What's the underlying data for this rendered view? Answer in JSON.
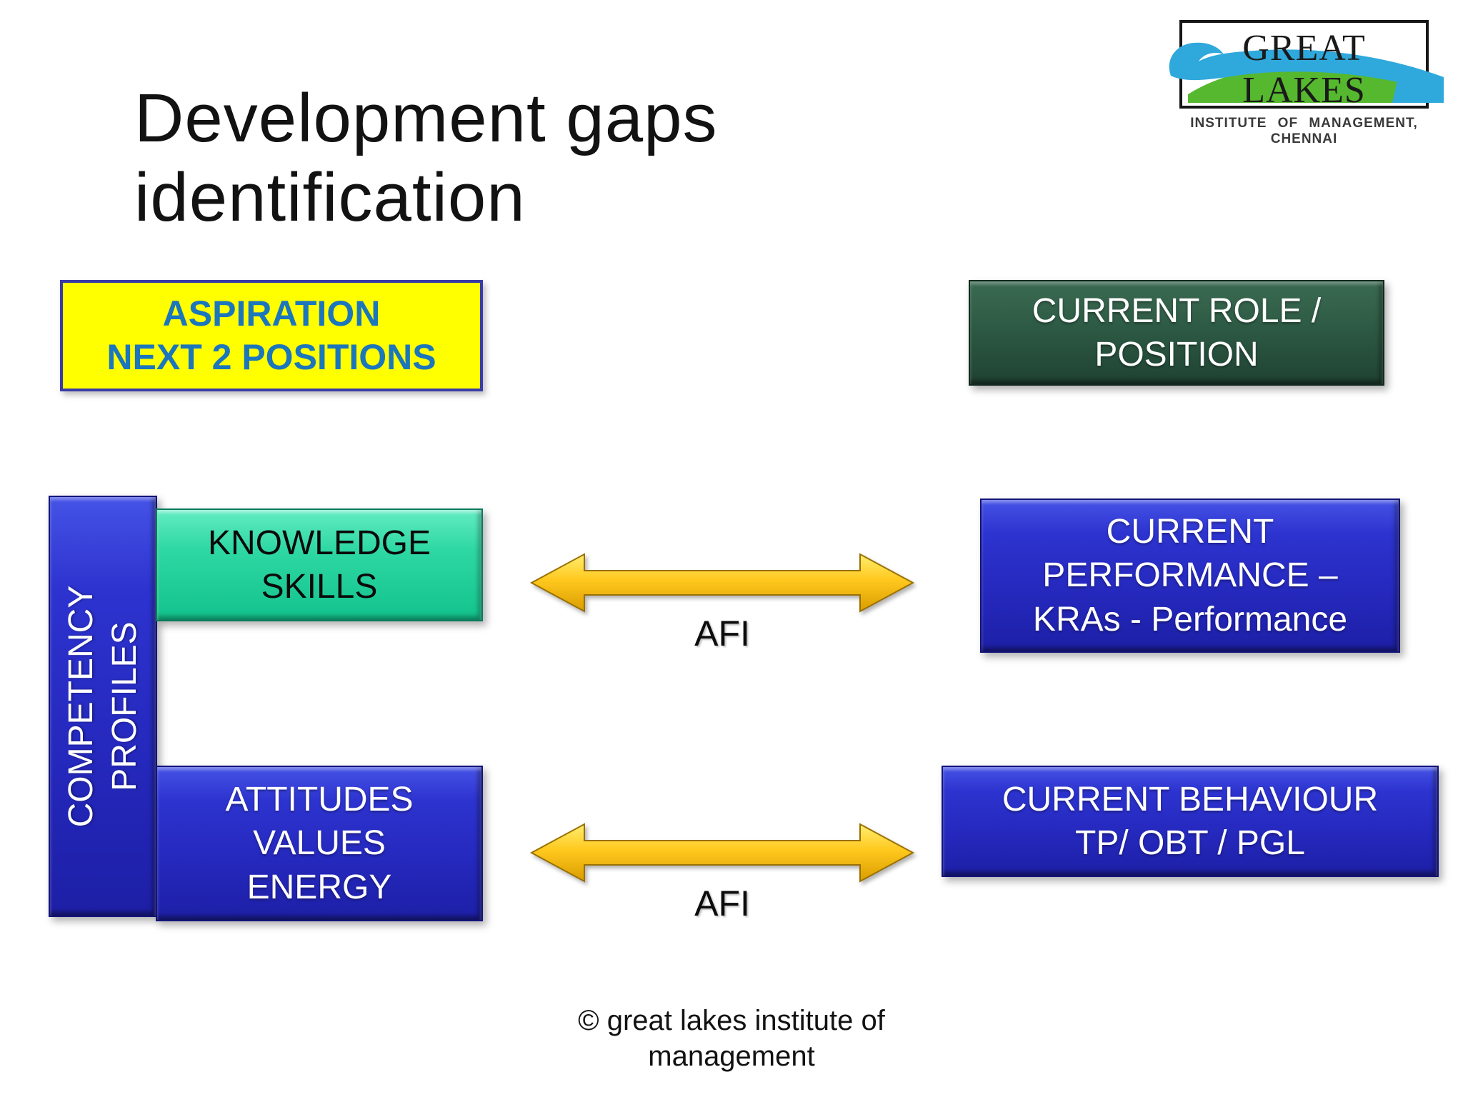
{
  "slide": {
    "title": "Development gaps\nidentification",
    "footer": "© great lakes institute of\nmanagement"
  },
  "logo": {
    "name": "GREAT LAKES",
    "subtitle": "INSTITUTE OF MANAGEMENT, CHENNAI"
  },
  "diagram": {
    "aspiration": {
      "label": "ASPIRATION\nNEXT 2 POSITIONS"
    },
    "current_role": {
      "label": "CURRENT ROLE /\nPOSITION"
    },
    "competency_profiles": {
      "label": "COMPETENCY\nPROFILES"
    },
    "knowledge_skills": {
      "label": "KNOWLEDGE\nSKILLS"
    },
    "attitudes_values_energy": {
      "label": "ATTITUDES\nVALUES\nENERGY"
    },
    "current_performance": {
      "label": "CURRENT\nPERFORMANCE –\nKRAs - Performance"
    },
    "current_behaviour": {
      "label": "CURRENT BEHAVIOUR\nTP/ OBT / PGL"
    },
    "arrows": [
      {
        "label": "AFI"
      },
      {
        "label": "AFI"
      }
    ]
  },
  "colors": {
    "aspiration_fill": "#FFFF00",
    "aspiration_text": "#1B76BC",
    "aspiration_border": "#3A3AA8",
    "current_role_fill": "#2D5B45",
    "blue_box_fill": "#2C30C4",
    "knowledge_fill": "#1ED49A",
    "arrow_fill": "#FFC81E",
    "logo_wave_blue": "#2FA8DC",
    "logo_hill_green": "#56B82E",
    "title_text": "#121212",
    "light_text": "#FFFFFF"
  }
}
